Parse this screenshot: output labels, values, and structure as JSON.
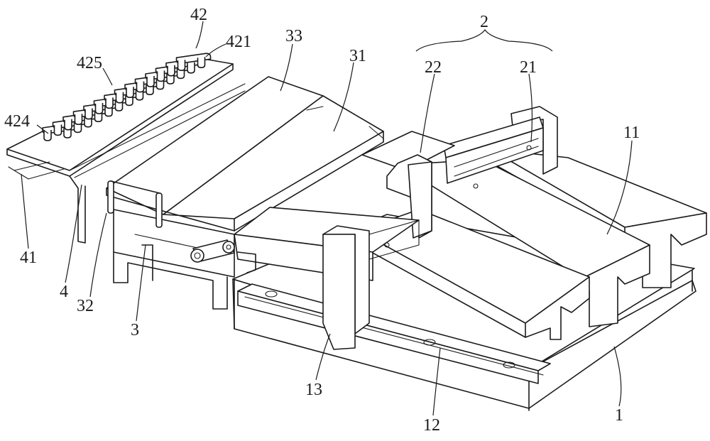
{
  "diagram": {
    "type": "patent-style mechanical isometric drawing",
    "labels": [
      {
        "id": "l42",
        "text": "42"
      },
      {
        "id": "l421",
        "text": "421"
      },
      {
        "id": "l425",
        "text": "425"
      },
      {
        "id": "l424",
        "text": "424"
      },
      {
        "id": "l33",
        "text": "33"
      },
      {
        "id": "l31",
        "text": "31"
      },
      {
        "id": "l2",
        "text": "2"
      },
      {
        "id": "l22",
        "text": "22"
      },
      {
        "id": "l21",
        "text": "21"
      },
      {
        "id": "l11",
        "text": "11"
      },
      {
        "id": "l41",
        "text": "41"
      },
      {
        "id": "l4",
        "text": "4"
      },
      {
        "id": "l32",
        "text": "32"
      },
      {
        "id": "l3",
        "text": "3"
      },
      {
        "id": "l13",
        "text": "13"
      },
      {
        "id": "l12",
        "text": "12"
      },
      {
        "id": "l1",
        "text": "1"
      }
    ]
  }
}
